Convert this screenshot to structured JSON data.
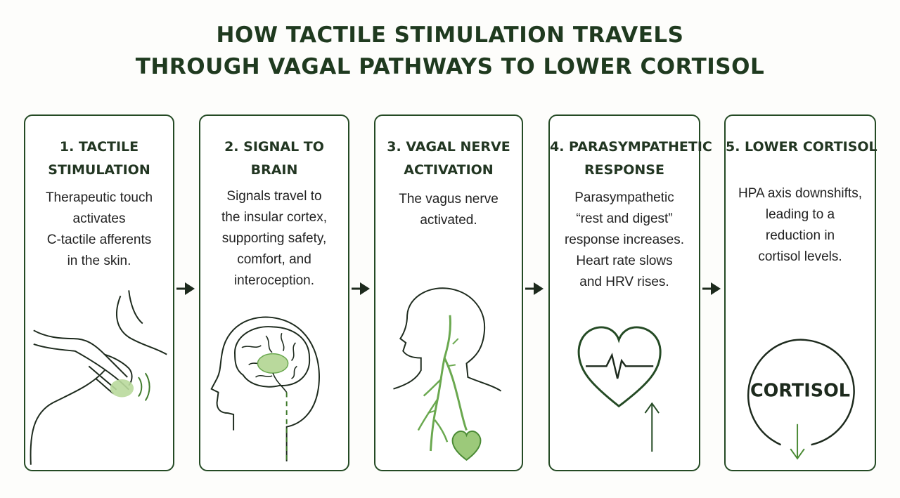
{
  "title": {
    "line1": "HOW TACTILE STIMULATION TRAVELS",
    "line2": "THROUGH VAGAL PATHWAYS TO LOWER CORTISOL"
  },
  "steps": [
    {
      "title_lines": [
        "1. TACTILE",
        "STIMULATION"
      ],
      "desc_lines": [
        "Therapeutic touch",
        "activates",
        "C-tactile afferents",
        "in the skin."
      ],
      "icon": "hand-on-shoulder-icon"
    },
    {
      "title_lines": [
        "2. SIGNAL TO",
        "BRAIN"
      ],
      "desc_lines": [
        "Signals travel to",
        "the insular cortex,",
        "supporting safety,",
        "comfort, and",
        "interoception."
      ],
      "icon": "brain-head-icon"
    },
    {
      "title_lines": [
        "3. VAGAL NERVE",
        "ACTIVATION"
      ],
      "desc_lines": [
        "The vagus nerve",
        "activated."
      ],
      "icon": "vagus-nerve-icon"
    },
    {
      "title_lines": [
        "4. PARASYMPATHETIC",
        "RESPONSE"
      ],
      "desc_lines": [
        "Parasympathetic",
        "“rest and digest”",
        "response increases.",
        "Heart rate slows",
        "and HRV rises."
      ],
      "icon": "heartbeat-icon"
    },
    {
      "title_lines": [
        "5. LOWER CORTISOL"
      ],
      "desc_lines": [
        "HPA axis downshifts,",
        "leading to a",
        "reduction in",
        "cortisol levels."
      ],
      "icon": "cortisol-down-icon",
      "badge": "CORTISOL"
    }
  ],
  "colors": {
    "border": "#244a24",
    "accent": "#6aa84f",
    "accent_light": "#b9d99c"
  }
}
